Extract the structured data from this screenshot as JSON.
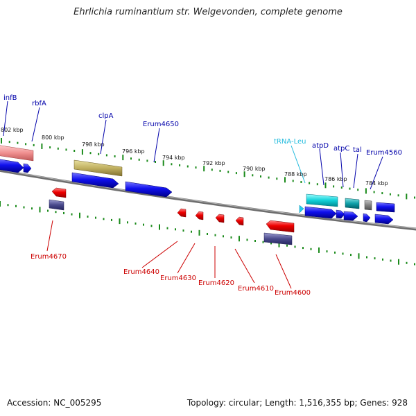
{
  "header": {
    "title": "Ehrlichia ruminantium str. Welgevonden, complete genome"
  },
  "footer": {
    "accession": "Accession: NC_005295",
    "summary": "Topology: circular; Length: 1,516,355 bp; Genes: 928"
  },
  "colors": {
    "forward_gene": "#1010dd",
    "reverse_gene": "#ee1111",
    "forward_label": "#0000aa",
    "reverse_label": "#cc0000",
    "trna": "#22bbdd",
    "tick": "#1a8a1a",
    "backbone": "#808080"
  },
  "scale_labels": [
    "802 kbp",
    "800 kbp",
    "798 kbp",
    "796 kbp",
    "794 kbp",
    "792 kbp",
    "790 kbp",
    "788 kbp",
    "786 kbp",
    "784 kbp"
  ],
  "forward_labels": [
    "infB",
    "rbfA",
    "clpA",
    "Erum4650",
    "tRNA-Leu",
    "atpD",
    "atpC",
    "tal",
    "Erum4560"
  ],
  "reverse_labels": [
    "Erum4670",
    "Erum4640",
    "Erum4630",
    "Erum4620",
    "Erum4610",
    "Erum4600"
  ]
}
